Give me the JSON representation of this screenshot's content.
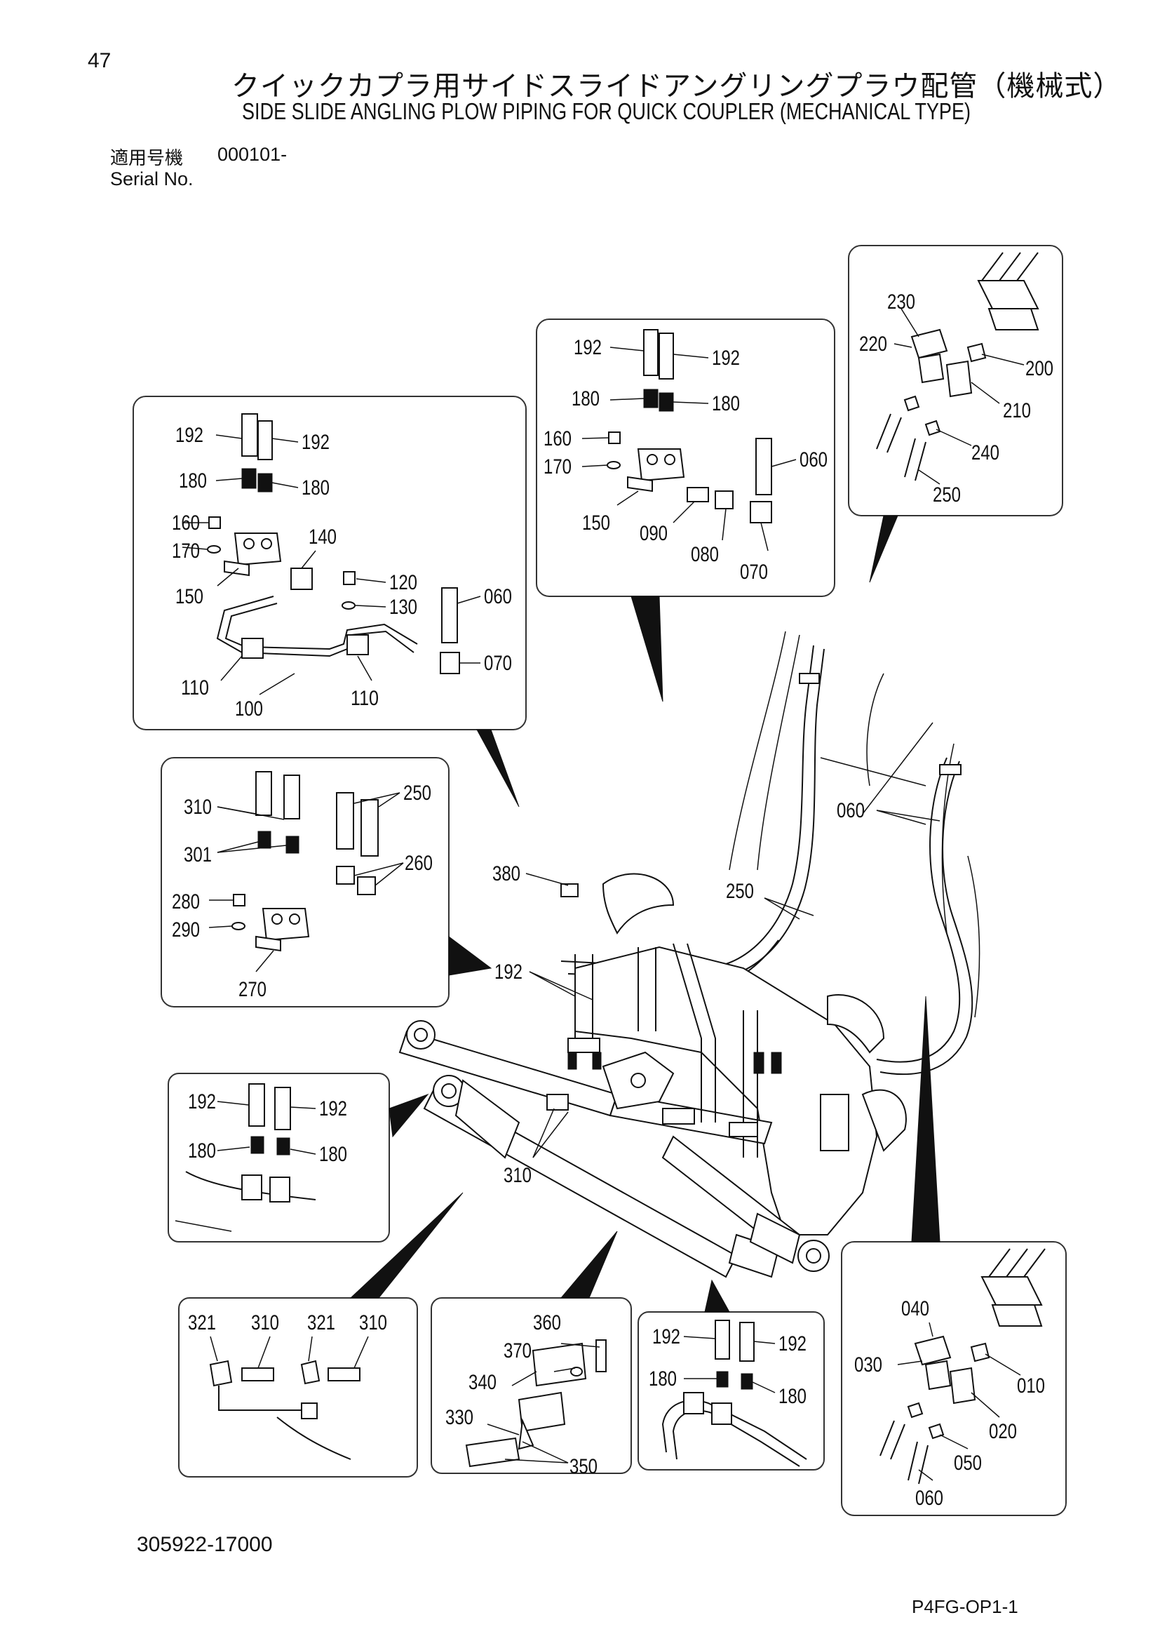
{
  "header": {
    "page_number": "47",
    "title_jp": "クイックカプラ用サイドスライドアングリングプラウ配管（機械式）",
    "title_en": "SIDE SLIDE ANGLING PLOW PIPING FOR QUICK COUPLER (MECHANICAL TYPE)",
    "serial_label_jp": "適用号機",
    "serial_value": "000101-",
    "serial_label_en": "Serial No."
  },
  "footer": {
    "drawing_number": "305922-17000",
    "page_code": "P4FG-OP1-1"
  },
  "callouts": {
    "box_a": [
      "192",
      "192",
      "180",
      "180",
      "160",
      "170",
      "150",
      "140",
      "120",
      "130",
      "060",
      "070",
      "110",
      "100",
      "110"
    ],
    "box_b": [
      "192",
      "192",
      "180",
      "180",
      "160",
      "170",
      "060",
      "150",
      "090",
      "080",
      "070"
    ],
    "box_c": [
      "230",
      "220",
      "200",
      "210",
      "240",
      "250"
    ],
    "box_d": [
      "310",
      "250",
      "301",
      "260",
      "280",
      "290",
      "270"
    ],
    "box_e": [
      "192",
      "192",
      "180",
      "180"
    ],
    "box_f": [
      "321",
      "310",
      "321",
      "310"
    ],
    "box_g": [
      "360",
      "370",
      "340",
      "330",
      "350"
    ],
    "box_h": [
      "192",
      "192",
      "180",
      "180"
    ],
    "box_i": [
      "040",
      "030",
      "010",
      "020",
      "050",
      "060"
    ],
    "main": [
      "380",
      "250",
      "060",
      "192",
      "310"
    ]
  }
}
